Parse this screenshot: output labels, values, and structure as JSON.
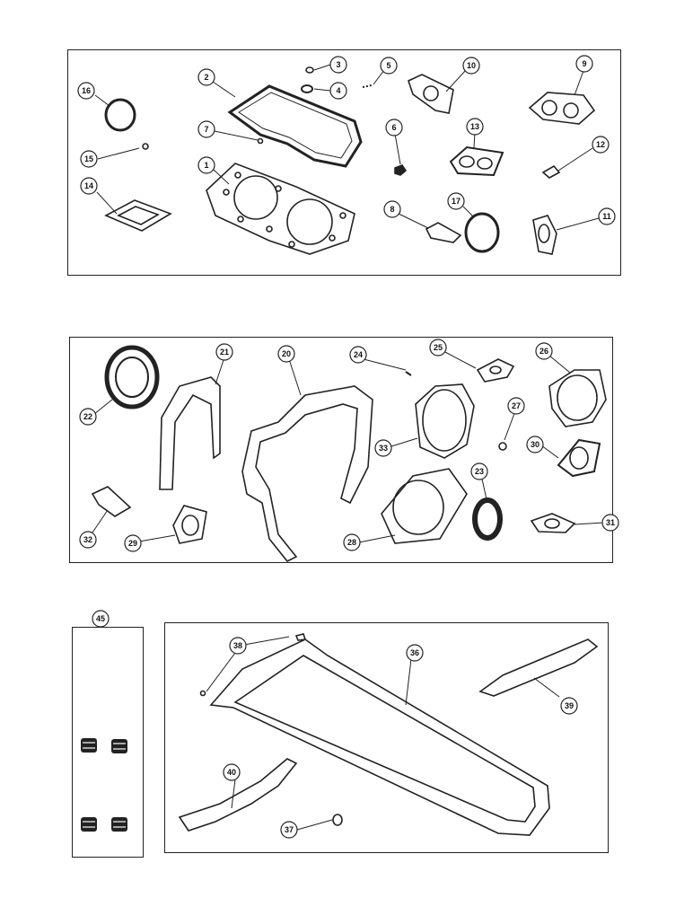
{
  "panels": [
    {
      "id": "top",
      "callouts": [
        "1",
        "2",
        "3",
        "4",
        "5",
        "6",
        "7",
        "8",
        "9",
        "10",
        "11",
        "12",
        "13",
        "14",
        "15",
        "16",
        "17"
      ]
    },
    {
      "id": "middle",
      "callouts": [
        "20",
        "21",
        "22",
        "23",
        "24",
        "25",
        "26",
        "27",
        "28",
        "29",
        "30",
        "31",
        "32",
        "33"
      ]
    },
    {
      "id": "kit",
      "callouts": [
        "45"
      ]
    },
    {
      "id": "oil-pan",
      "callouts": [
        "36",
        "37",
        "38",
        "39",
        "40"
      ]
    }
  ]
}
